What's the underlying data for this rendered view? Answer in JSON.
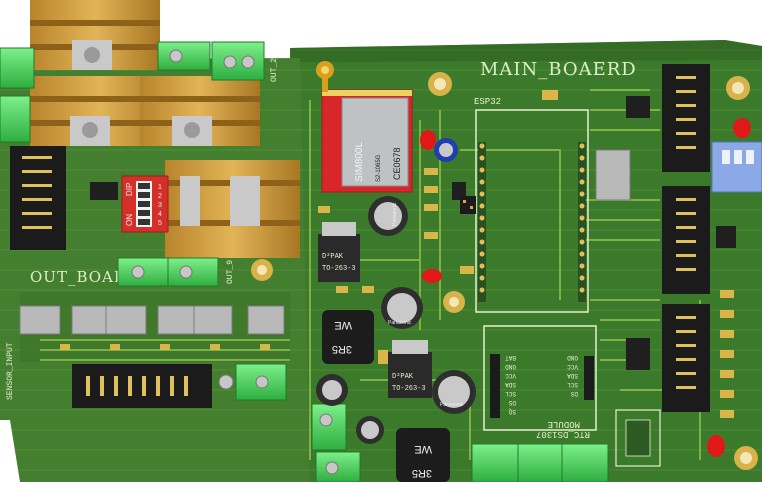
{
  "labels": {
    "main_board": "MAIN_BOAERD",
    "out_board": "OUT_BOARD",
    "esp32": "ESP32",
    "sim800l": "SIM800L",
    "rtc_module": "RTC_DS1307",
    "rtc_module2": "MODULE",
    "dip": "DIP",
    "on": "ON",
    "dpak": "D²PAK",
    "to263": "TO-263-3",
    "inductor": "WE",
    "inductor_val": "3R5",
    "panasonic": "Panasonic",
    "sensor_input": "SENSOR_INPUT",
    "out2": "OUT_2",
    "out9": "OUT_9"
  },
  "rtc_pins_left": [
    "GND",
    "VCC",
    "SDA",
    "SCL",
    "DS"
  ],
  "rtc_pins_right": [
    "BAT",
    "GND",
    "VCC",
    "SDA",
    "SCL",
    "DS",
    "SQ"
  ],
  "dip_numbers": [
    "1",
    "2",
    "3",
    "4",
    "5"
  ],
  "sim_marks": [
    "CE0678",
    "S2-1065G"
  ],
  "colors": {
    "pcb_green": "#3f7a2c",
    "pcb_dark": "#2f5e22",
    "trace": "#8fbf4a",
    "pad_gold": "#d9b54a",
    "heatsink": "#c99a3c",
    "terminal_green": "#4fd15e",
    "sim_red": "#d9262a",
    "dip_blue": "#8aa9e6",
    "header_black": "#1b1b1b"
  }
}
